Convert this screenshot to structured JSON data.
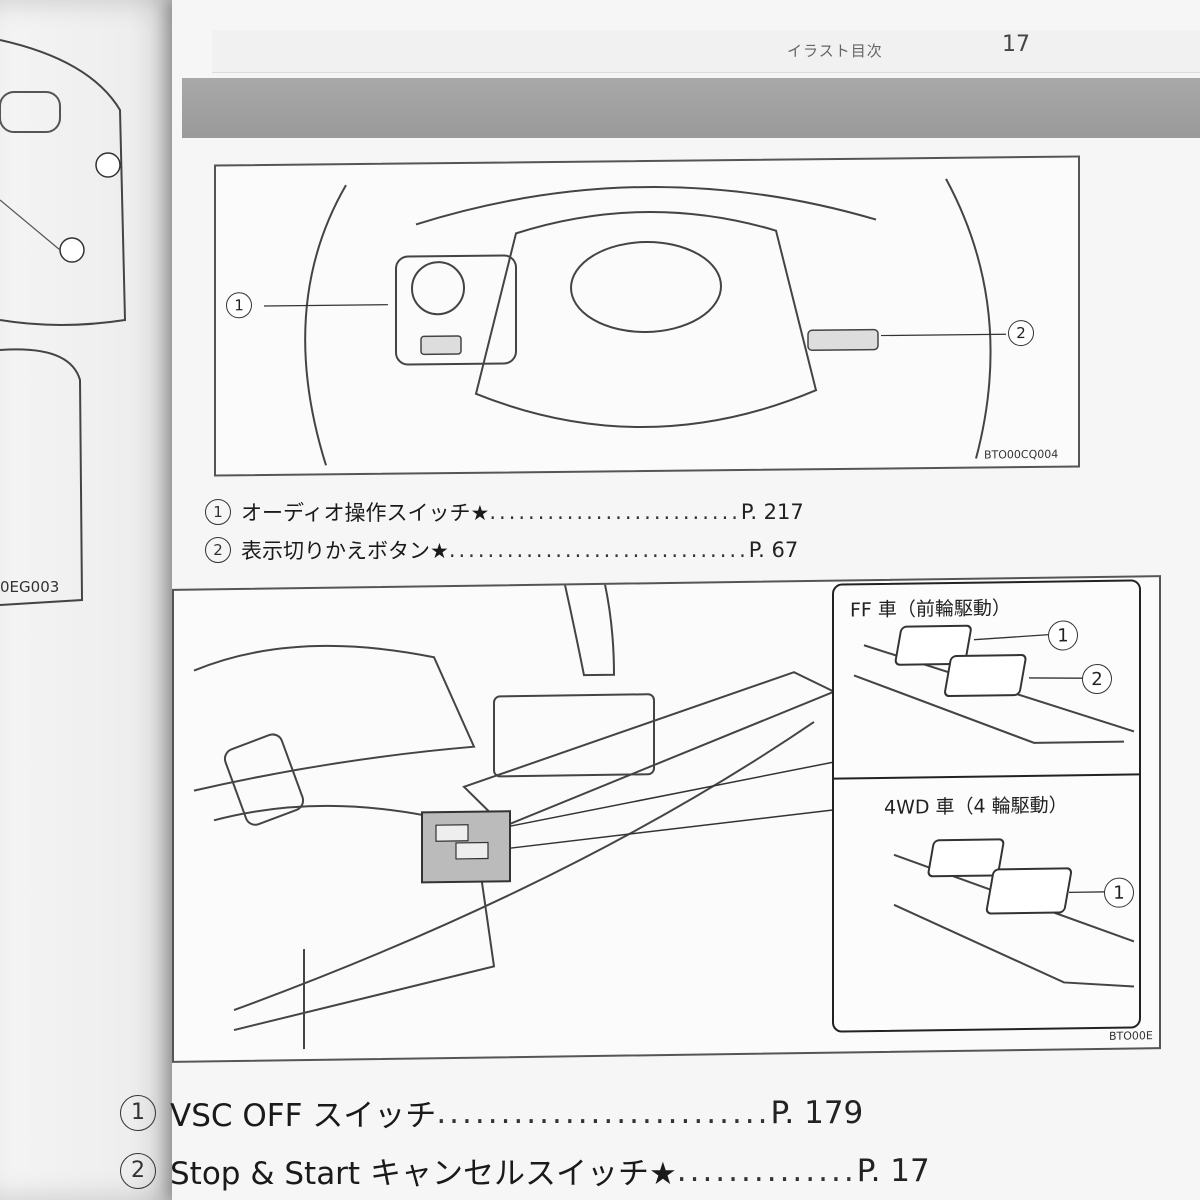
{
  "header": {
    "title": "イラスト目次",
    "page_number": "17"
  },
  "left_page": {
    "figure_code": "0EG003"
  },
  "figure1": {
    "code": "BTO00CQ004",
    "callout_1": "1",
    "callout_2": "2",
    "items": [
      {
        "num": "1",
        "label": "オーディオ操作スイッチ★",
        "dots": "..........................",
        "ref": "P. 217"
      },
      {
        "num": "2",
        "label": "表示切りかえボタン★",
        "dots": "...............................",
        "ref": "P. 67"
      }
    ]
  },
  "figure2": {
    "code": "BTO00E",
    "inset_ff_label": "FF 車（前輪駆動）",
    "inset_4wd_label": "4WD 車（4 輪駆動）",
    "ff_callout_1": "1",
    "ff_callout_2": "2",
    "wd_callout_1": "1",
    "items": [
      {
        "num": "1",
        "label": "VSC OFF スイッチ",
        "dots": "..........................",
        "ref": "P. 179"
      },
      {
        "num": "2",
        "label": "Stop & Start キャンセルスイッチ★",
        "dots": "..............",
        "ref": "P. 17"
      }
    ]
  }
}
